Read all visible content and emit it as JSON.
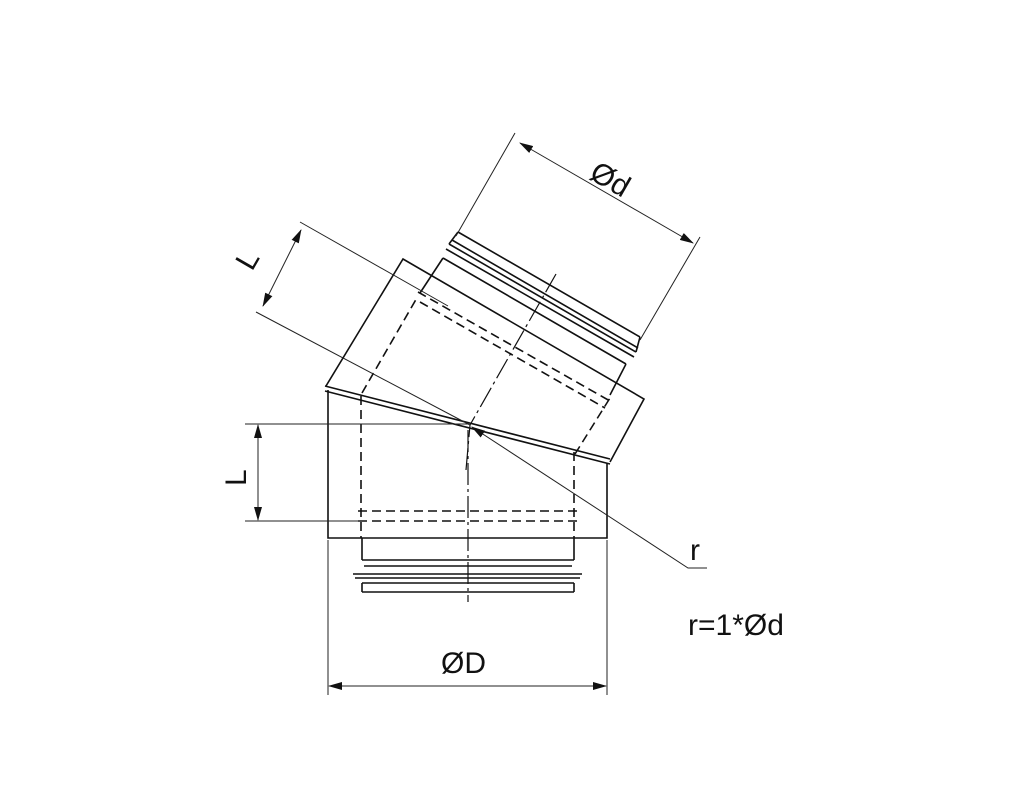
{
  "labels": {
    "small_diameter": "Ød",
    "large_diameter": "ØD",
    "length_upper": "L",
    "length_lower": "L",
    "radius": "r",
    "radius_formula": "r=1*Ød"
  },
  "colors": {
    "line": "#111111",
    "background": "#ffffff"
  }
}
